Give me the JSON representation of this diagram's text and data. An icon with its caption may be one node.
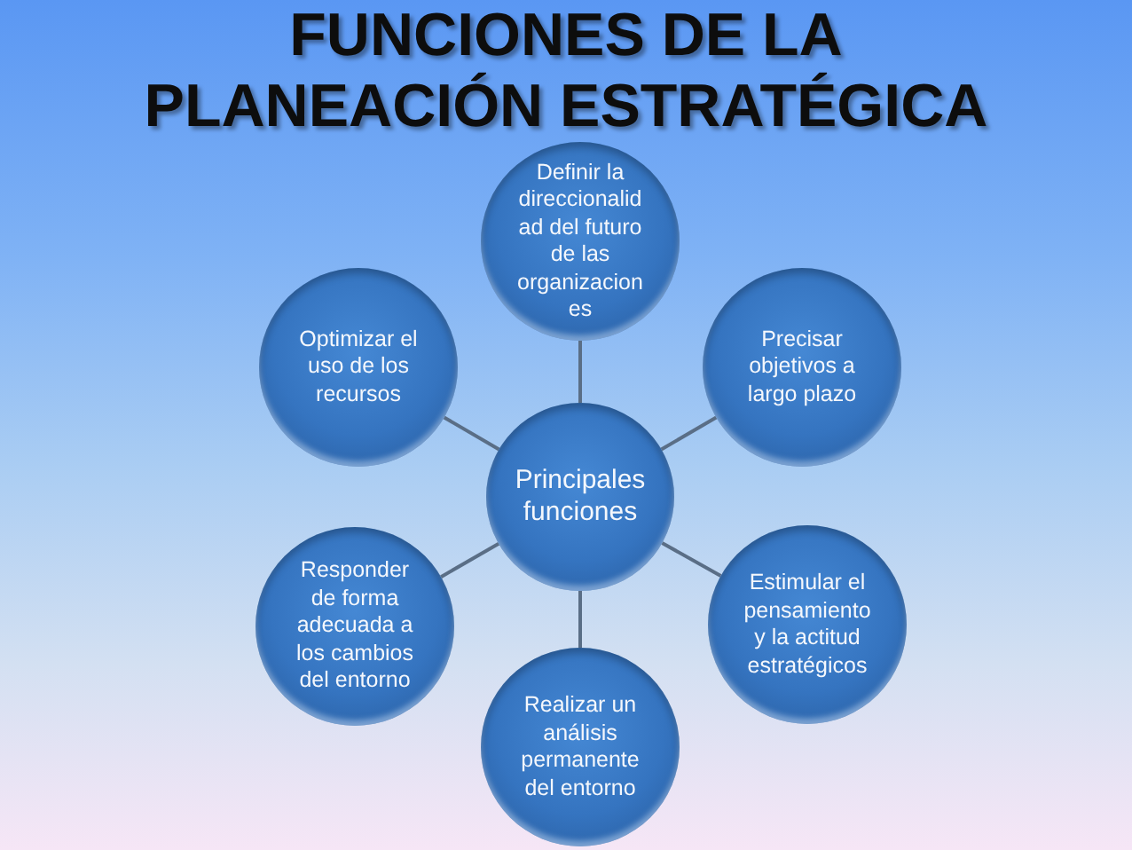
{
  "diagram": {
    "title": "FUNCIONES DE LA PLANEACIÓN ESTRATÉGICA",
    "nodes": [
      {
        "text": [
          "Definir la direccionalid ad del futuro de las organizacion es"
        ]
      },
      {
        "text": [
          "Optimizar el uso de los recursos"
        ]
      },
      {
        "text": [
          "Precisar objetivos a largo plazo"
        ]
      },
      {
        "text": [
          "Principales funciones"
        ]
      },
      {
        "text": [
          "Responder de forma adecuada a los cambios del entorno"
        ]
      },
      {
        "text": [
          "Estimular el pensamiento y la actitud estratégicos"
        ]
      },
      {
        "text": [
          "Realizar un análisis permanente del entorno"
        ]
      }
    ],
    "edges": [
      {
        "from": 3,
        "to": 0,
        "arrow": "none"
      },
      {
        "from": 3,
        "to": 2,
        "arrow": "none"
      },
      {
        "from": 3,
        "to": 5,
        "arrow": "none"
      },
      {
        "from": 3,
        "to": 6,
        "arrow": "none"
      },
      {
        "from": 3,
        "to": 4,
        "arrow": "none"
      },
      {
        "from": 3,
        "to": 1,
        "arrow": "none"
      }
    ]
  }
}
